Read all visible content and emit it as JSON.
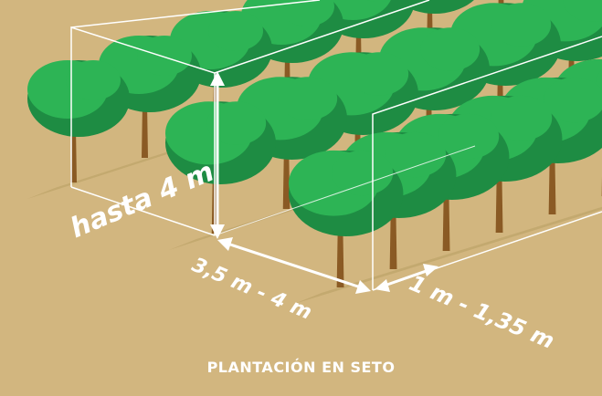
{
  "diagram": {
    "caption": "PLANTACIÓN EN SETO",
    "labels": {
      "height": "hasta 4 m",
      "row_spacing": "3,5 m - 4 m",
      "plant_spacing": "1 m - 1,35 m"
    },
    "colors": {
      "background": "#d2b67f",
      "ground_shadow": "#bea469",
      "canopy_dark": "#1e8c43",
      "canopy_light": "#2db455",
      "trunk": "#8a5a24",
      "annotation": "#ffffff"
    },
    "rows": [
      {
        "name": "back-row",
        "trees": 7
      },
      {
        "name": "middle-row",
        "trees": 7
      },
      {
        "name": "front-row",
        "trees": 6
      }
    ]
  }
}
